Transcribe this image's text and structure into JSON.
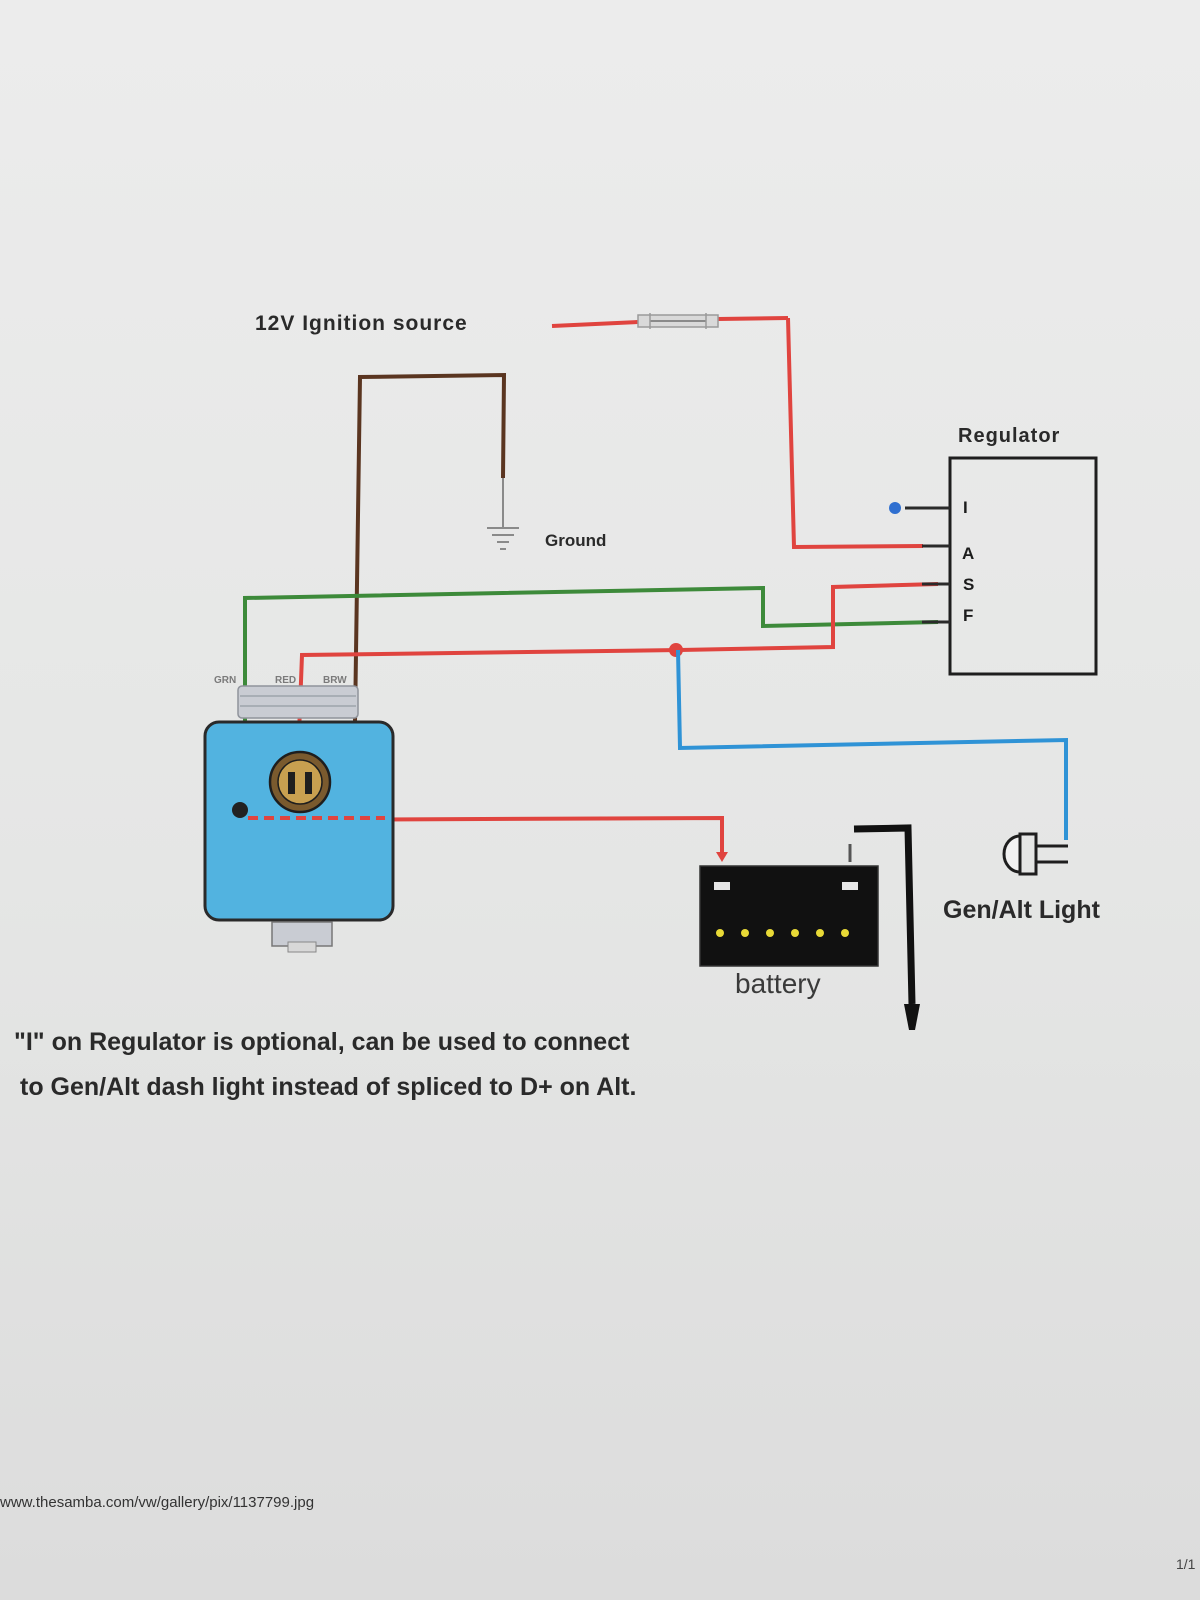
{
  "labels": {
    "ignition_source": "12V Ignition source",
    "ground": "Ground",
    "regulator": "Regulator",
    "gen_alt_light": "Gen/Alt Light",
    "battery": "battery"
  },
  "regulator_terminals": [
    "I",
    "A",
    "S",
    "F"
  ],
  "alternator_pins": [
    "GRN",
    "RED",
    "BRW"
  ],
  "note": {
    "line1": "\"I\" on Regulator is optional, can be used to connect",
    "line2": "to Gen/Alt dash light instead of spliced to D+ on Alt."
  },
  "footer": {
    "url": "www.thesamba.com/vw/gallery/pix/1137799.jpg",
    "page": "1/1"
  },
  "colors": {
    "red_wire": "#e0443f",
    "green_wire": "#3d8a3a",
    "brown_wire": "#5a3520",
    "blue_wire": "#2f93d6",
    "alternator_body": "#52b3e0",
    "battery_body": "#111111",
    "battery_cells": "#e8d936"
  }
}
